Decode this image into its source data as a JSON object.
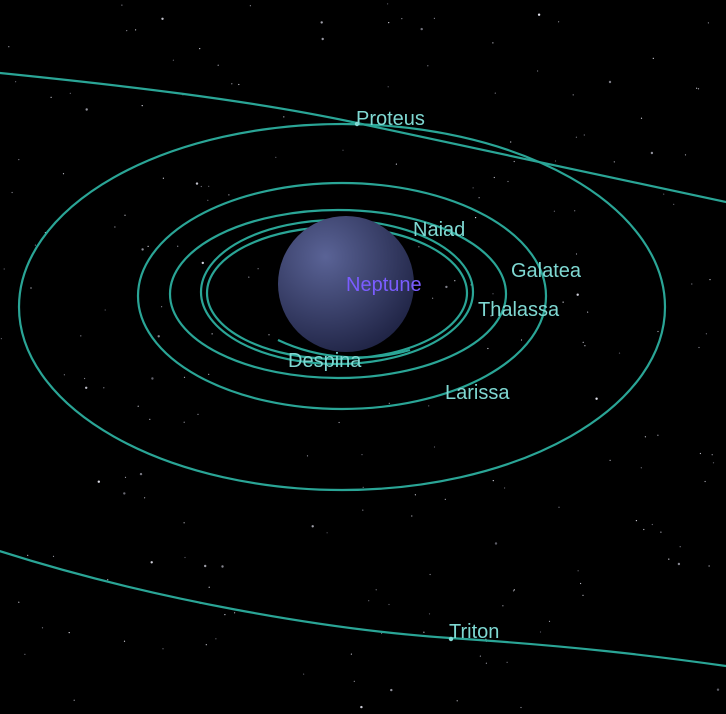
{
  "planet": {
    "name": "Neptune",
    "label_color": "#7a5cff",
    "body_color_light": "#5a6396",
    "body_color_dark": "#1c2040"
  },
  "orbit_color": "#2aa596",
  "label_color": "#7fd8d2",
  "moons": [
    {
      "id": "naiad",
      "name": "Naiad"
    },
    {
      "id": "galatea",
      "name": "Galatea"
    },
    {
      "id": "thalassa",
      "name": "Thalassa"
    },
    {
      "id": "despina",
      "name": "Despina"
    },
    {
      "id": "larissa",
      "name": "Larissa"
    },
    {
      "id": "proteus",
      "name": "Proteus"
    },
    {
      "id": "triton",
      "name": "Triton"
    }
  ]
}
